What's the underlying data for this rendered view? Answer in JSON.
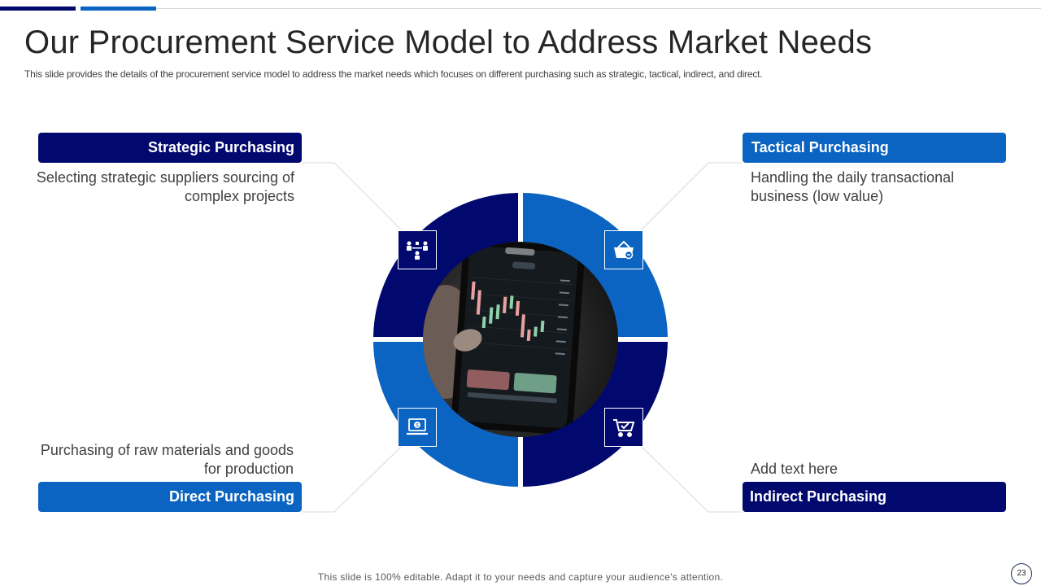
{
  "slide": {
    "title": "Our Procurement Service Model to Address Market Needs",
    "subtitle": "This slide provides the details of the procurement service model to address the market needs which focuses on different purchasing such as strategic, tactical, indirect, and direct.",
    "footer": "This slide is 100% editable. Adapt it to your needs and capture your audience's attention.",
    "page_number": "23"
  },
  "quadrants": {
    "strategic": {
      "label": "Strategic Purchasing",
      "description": "Selecting strategic suppliers sourcing of complex projects",
      "icon": "supplier-network-icon"
    },
    "tactical": {
      "label": "Tactical Purchasing",
      "description": "Handling the daily transactional business (low value)",
      "icon": "shopping-basket-icon"
    },
    "direct": {
      "label": "Direct Purchasing",
      "description": "Purchasing of raw materials and goods for production",
      "icon": "laptop-dollar-icon"
    },
    "indirect": {
      "label": "Indirect Purchasing",
      "description": "Add text here",
      "icon": "shopping-cart-check-icon"
    }
  },
  "colors": {
    "dark_navy": "#02096e",
    "royal_blue": "#0b63c2",
    "connector_gray": "#d9d9d9"
  }
}
